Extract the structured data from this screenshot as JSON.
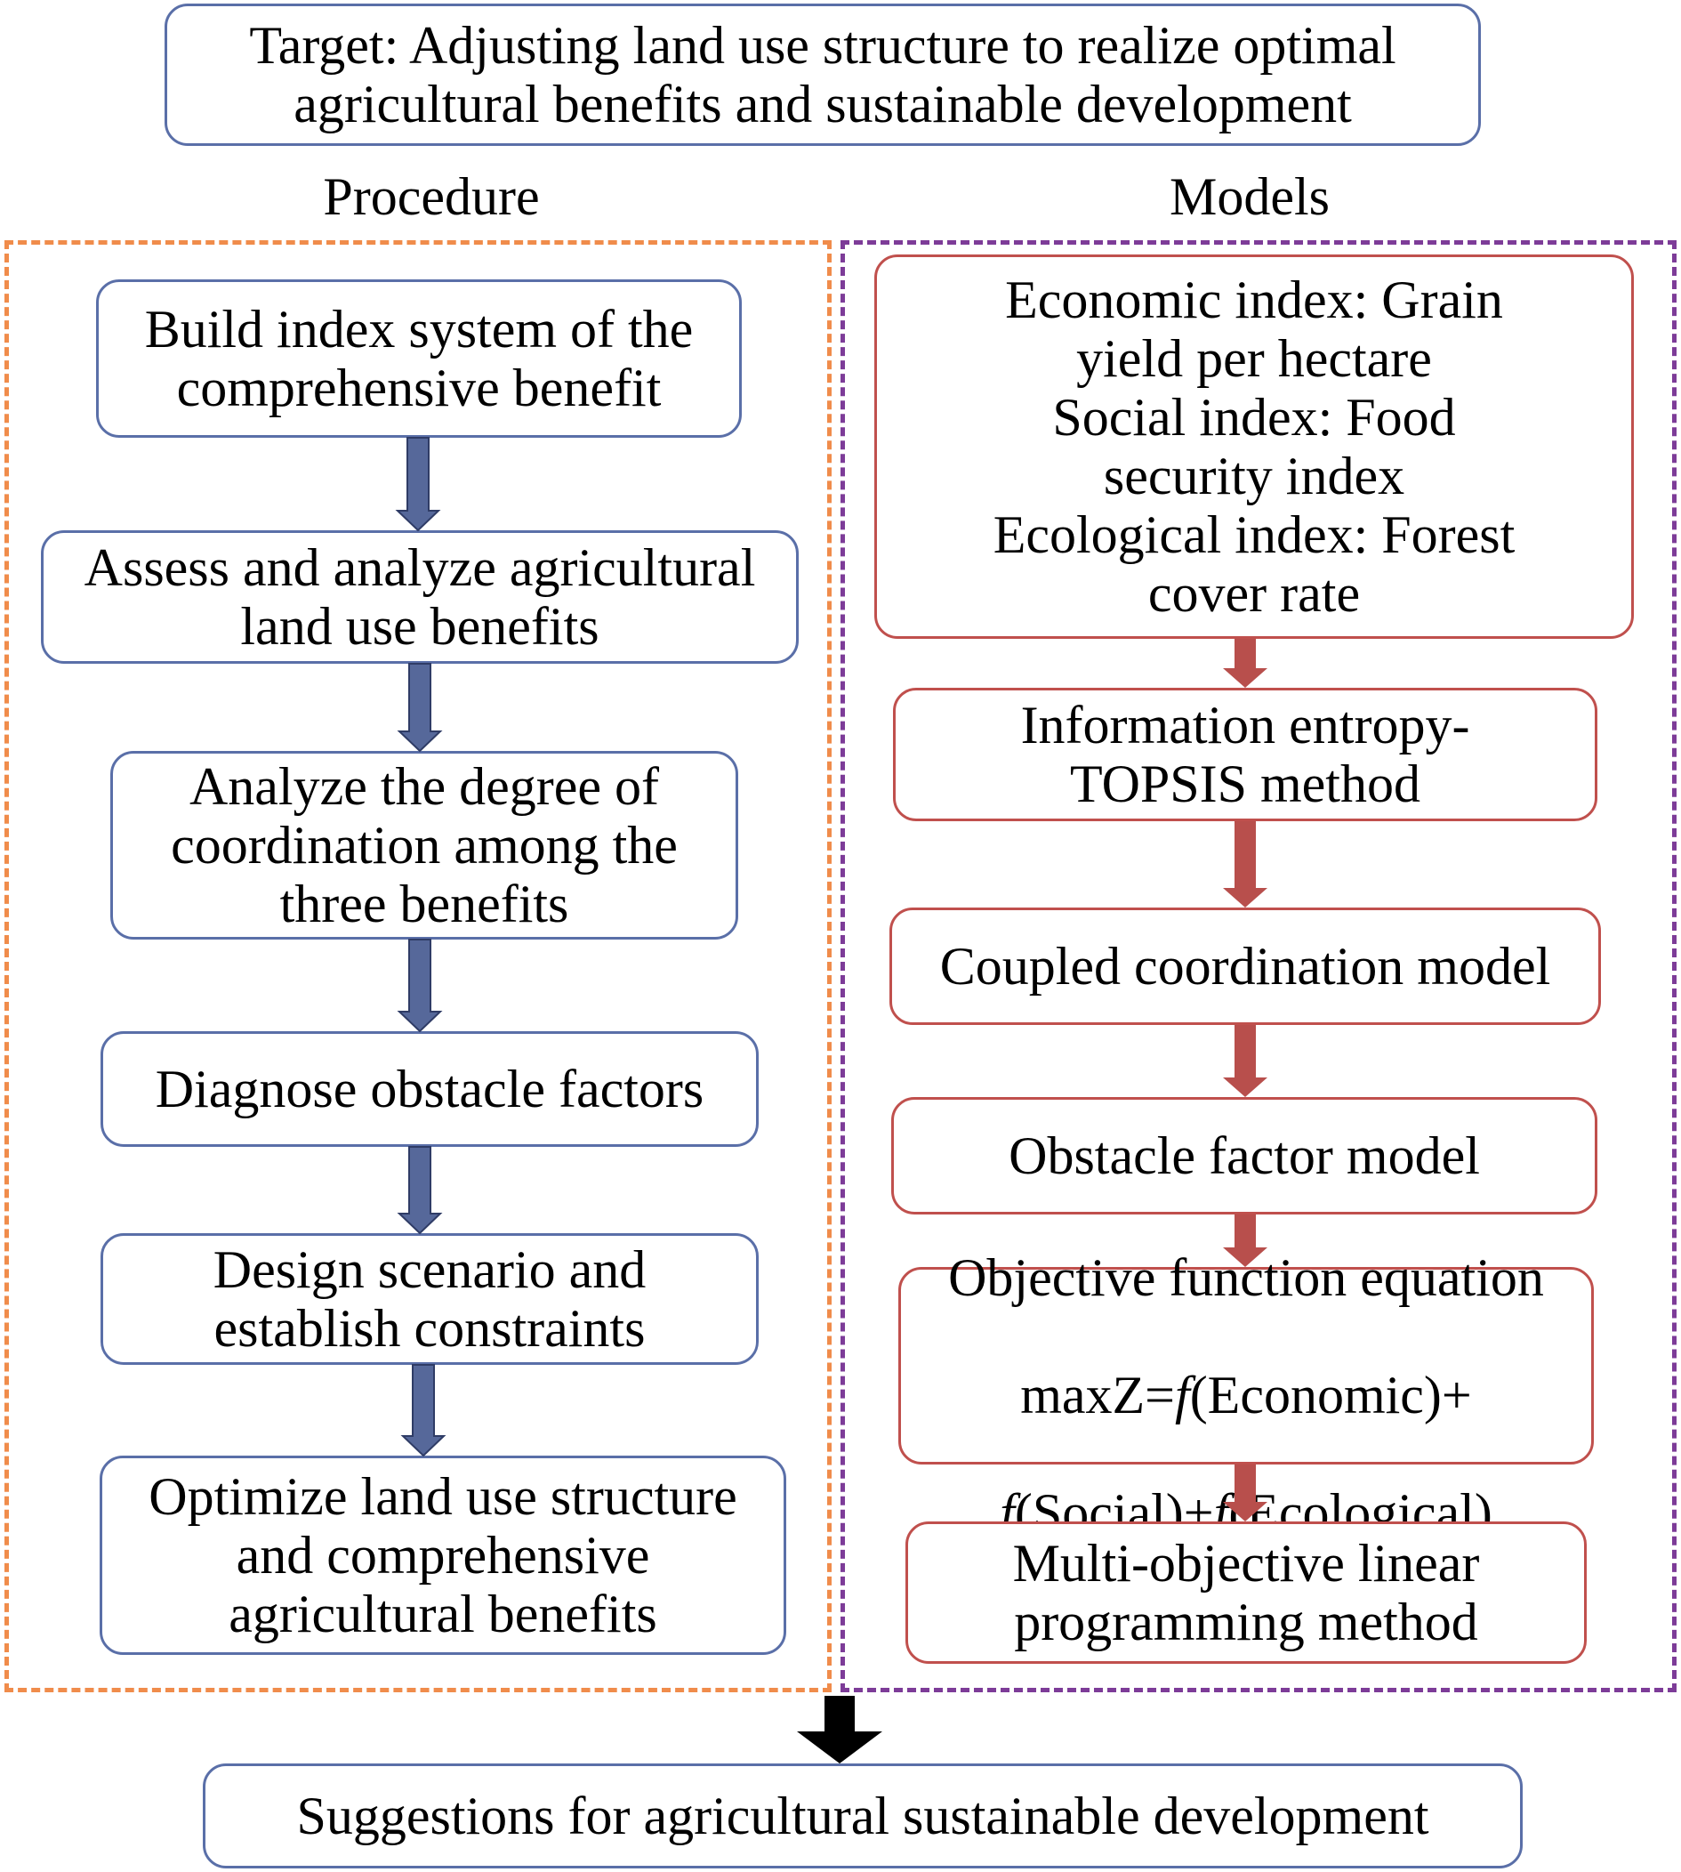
{
  "target": "Target: Adjusting land use structure to realize optimal\nagricultural benefits and sustainable development",
  "headings": {
    "procedure": "Procedure",
    "models": "Models"
  },
  "procedure": [
    "Build index system of the\ncomprehensive benefit",
    "Assess and analyze agricultural\nland use benefits",
    "Analyze the degree of\ncoordination among the\nthree benefits",
    "Diagnose obstacle factors",
    "Design scenario and\nestablish constraints",
    "Optimize land use structure\nand comprehensive\nagricultural benefits"
  ],
  "models": [
    "Economic index: Grain\nyield per hectare\nSocial index: Food\nsecurity index\nEcological index: Forest\ncover rate",
    "Information entropy-\nTOPSIS method",
    "Coupled coordination model",
    "Obstacle factor model",
    "Objective function equation",
    "Multi-objective linear\nprogramming method"
  ],
  "objective_formula": {
    "max": "maxZ=",
    "f": "f",
    "economic": "(Economic)+",
    "social": "(Social)+",
    "ecological": "(Ecological)"
  },
  "suggestions": "Suggestions for agricultural sustainable development",
  "colors": {
    "procedure_border": "#5a6fa8",
    "procedure_arrow": "#56689a",
    "models_border": "#c0504d",
    "models_arrow": "#b84f4c",
    "orange_dash": "#f08c4b",
    "purple_dash": "#7d3c98",
    "final_arrow": "#000000"
  }
}
